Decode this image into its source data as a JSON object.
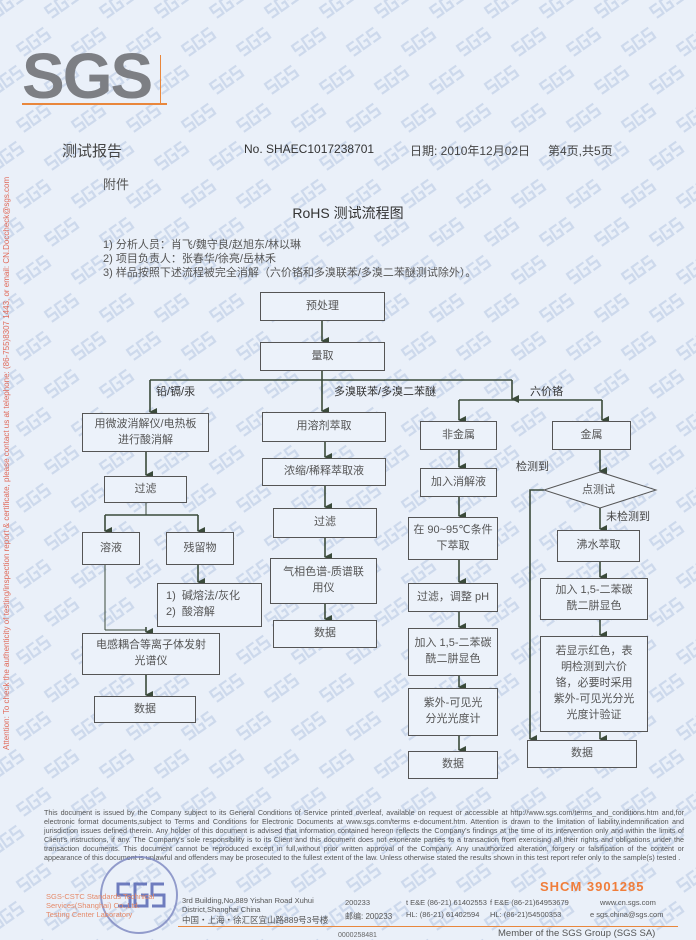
{
  "watermark": "SGS",
  "logo": "SGS",
  "header": {
    "title": "测试报告",
    "report_no": "No. SHAEC1017238701",
    "date": "日期: 2010年12月02日",
    "page": "第4页,共5页",
    "attachment": "附件"
  },
  "side_text": "Attention: To check the authenticity of testing/inspection report & certificate, please contact us at telephone: (86-755)8307 1443, or email: CN.Doccheck@sgs.com",
  "doc_title": "RoHS 测试流程图",
  "notes": [
    "1)  分析人员：肖飞/魏守良/赵旭东/林以琳",
    "2)  项目负责人：张春华/徐亮/岳林禾",
    "3)  样品按照下述流程被完全消解（六价铬和多溴联苯/多溴二苯醚测试除外）。"
  ],
  "flow": {
    "pre": "预处理",
    "measure": "量取",
    "branch_metals": "铅/镉/汞",
    "branch_pbb": "多溴联苯/多溴二苯醚",
    "branch_cr": "六价铬",
    "m1": "用微波消解仪/电热板\n进行酸消解",
    "m2": "过滤",
    "m3a": "溶液",
    "m3b": "残留物",
    "m4": "1)  碱熔法/灰化\n2)  酸溶解",
    "m5": "电感耦合等离子体发射\n光谱仪",
    "m6": "数据",
    "p1": "用溶剂萃取",
    "p2": "浓缩/稀释萃取液",
    "p3": "过滤",
    "p4": "气相色谱-质谱联\n用仪",
    "p5": "数据",
    "n1": "非金属",
    "n2": "加入消解液",
    "n3": "在 90~95℃条件\n下萃取",
    "n4": "过滤，调整 pH",
    "n5": "加入 1,5-二苯碳\n酰二肼显色",
    "n6": "紫外-可见光\n分光光度计",
    "n7": "数据",
    "k1": "金属",
    "k_detected": "检测到",
    "k2": "点测试",
    "k_not_detected": "未检测到",
    "k3": "沸水萃取",
    "k4": "加入 1,5-二苯碳\n酰二肼显色",
    "k5": "若显示红色，表\n明检测到六价\n铬，必要时采用\n紫外-可见光分光\n光度计验证",
    "k6": "数据"
  },
  "footer": {
    "disclaimer": "This document is issued by the Company subject to its General Conditions of Service printed overleaf, available on request or accessible at http://www.sgs.com/terms_and_conditions.htm and,for electronic format documents,subject to Terms and Conditions for Electronic Documents at www.sgs.com/terms e-document.htm. Attention is drawn to the limitation of liability,indemnification and jurisdiction issues defined therein. Any holder of this document is advised that information contained hereon reflects the Company's findings at the time of its intervention only and within the limits of Client's instructions, if any. The Company's sole responsibility is to its Client and this document does not exonerate parties to a transaction from exercising all their rights and obligations under the transaction documents. This document cannot be reproduced except in full,without prior written approval of the Company. Any unauthorized alteration, forgery or falsification of the content or appearance of this document is unlawful and offenders may be prosecuted to the fullest extent of the law. Unless otherwise stated the results shown in this test report refer only to the sample(s) tested .",
    "stamp": "SGS",
    "company": "SGS-CSTC Standards Technical Services(Shanghai) Co.,Ltd.",
    "company2": "Testing Center Laboratory",
    "shcm": "SHCM 3901285",
    "addr_en": "3rd Building,No.889 Yishan Road Xuhui District,Shanghai China",
    "zip_en": "200233",
    "addr_cn": "中国・上海・徐汇区宜山路889号3号楼",
    "zip_cn": "邮编: 200233",
    "tel1": "t E&E (86-21) 61402553",
    "fax1": "f E&E (86-21)64953679",
    "tel2": "HL: (86-21) 61402594",
    "fax2": "HL: (86-21)54500353",
    "web": "www.cn.sgs.com",
    "email": "e  sgs.china@sgs.com",
    "member": "Member of the SGS Group (SGS SA)",
    "serial": "0000258481"
  }
}
